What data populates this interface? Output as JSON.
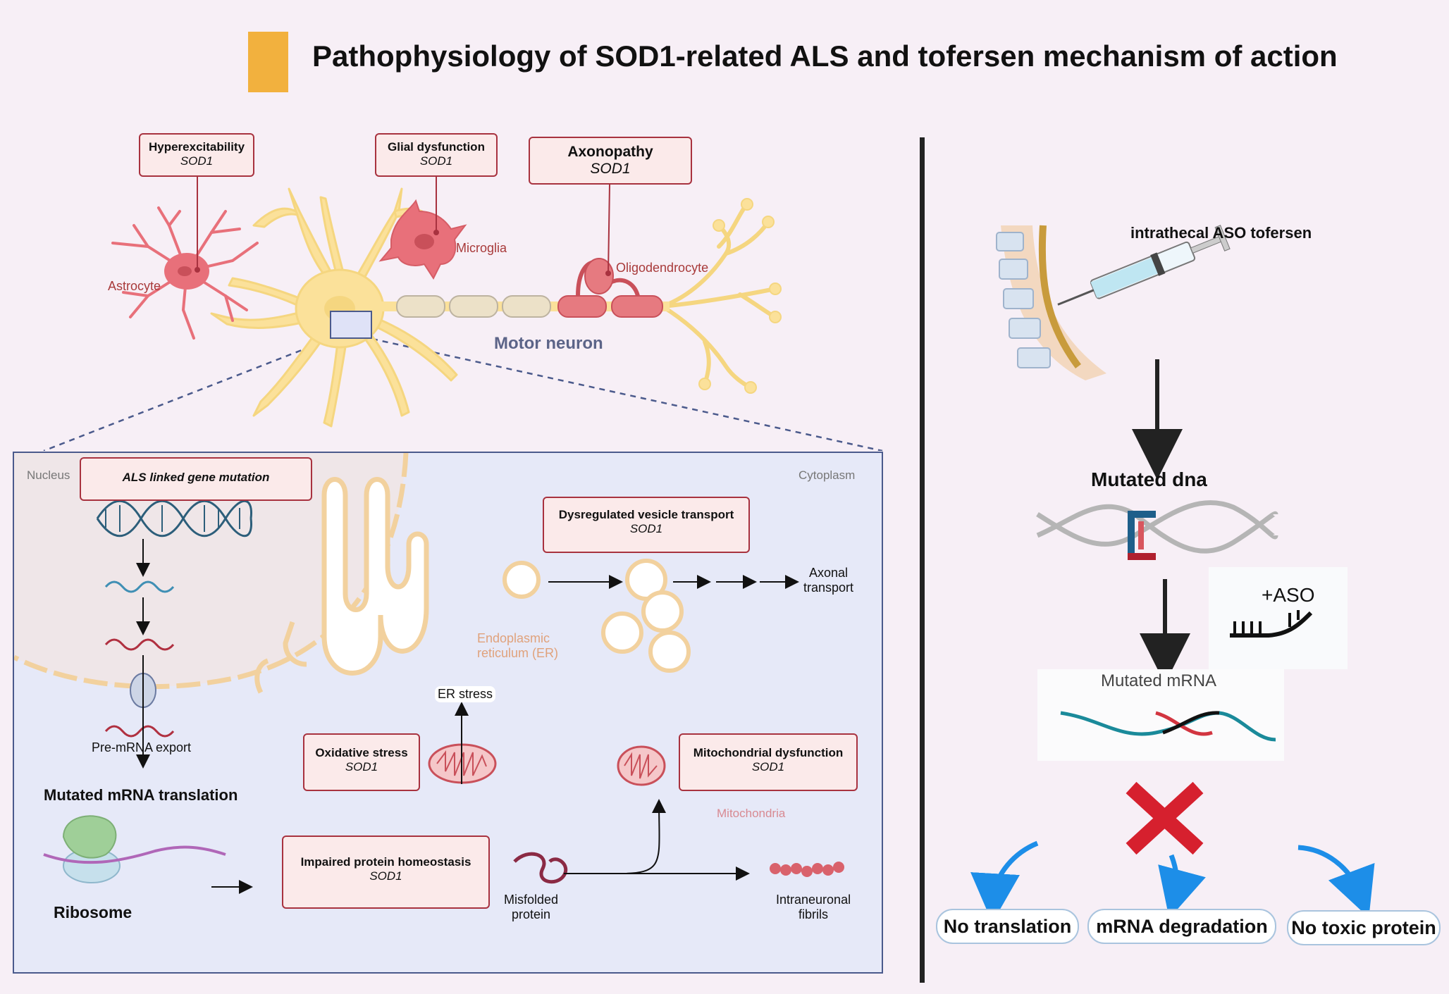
{
  "title": "Pathophysiology of SOD1-related ALS and tofersen mechanism of action",
  "colors": {
    "accent": "#f2b13e",
    "box_border": "#a8323f",
    "box_fill": "#fbeaea",
    "inset_bg": "#e6e9f8",
    "neuron": "#fbe19a",
    "glia": "#e8707a",
    "arrow_blue": "#1d8ee8"
  },
  "neuron_panel": {
    "boxes": {
      "hyperexcitability": {
        "label": "Hyperexcitability",
        "gene": "SOD1"
      },
      "glial": {
        "label": "Glial dysfunction",
        "gene": "SOD1"
      },
      "axonopathy": {
        "label": "Axonopathy",
        "gene": "SOD1"
      }
    },
    "labels": {
      "astrocyte": "Astrocyte",
      "microglia": "Microglia",
      "oligodendrocyte": "Oligodendrocyte",
      "motor_neuron": "Motor neuron"
    }
  },
  "inset": {
    "nucleus": "Nucleus",
    "cytoplasm": "Cytoplasm",
    "als_mutation": "ALS linked gene mutation",
    "pre_mrna_export": "Pre-mRNA export",
    "mutated_translation": "Mutated mRNA translation",
    "ribosome": "Ribosome",
    "vesicle_box": {
      "label": "Dysregulated vesicle transport",
      "gene": "SOD1"
    },
    "axonal_transport": [
      "Axonal",
      "transport"
    ],
    "er": [
      "Endoplasmic",
      "reticulum (ER)"
    ],
    "er_stress": "ER stress",
    "oxidative_box": {
      "label": "Oxidative stress",
      "gene": "SOD1"
    },
    "mito_box": {
      "label": "Mitochondrial dysfunction",
      "gene": "SOD1"
    },
    "mitochondria": "Mitochondria",
    "protein_box": {
      "label": "Impaired protein homeostasis",
      "gene": "SOD1"
    },
    "misfolded": [
      "Misfolded",
      "protein"
    ],
    "fibrils": [
      "Intraneuronal",
      "fibrils"
    ]
  },
  "right_panel": {
    "intrathecal": "intrathecal ASO tofersen",
    "mutated_dna": "Mutated dna",
    "aso": "+ASO",
    "mutated_mrna": "Mutated mRNA",
    "outcomes": [
      "No translation",
      "mRNA degradation",
      "No toxic protein"
    ]
  }
}
